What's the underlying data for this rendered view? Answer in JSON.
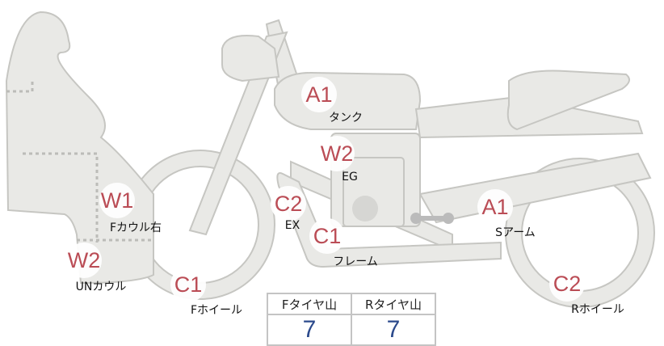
{
  "markers": [
    {
      "code": "A1",
      "label": "タンク"
    },
    {
      "code": "W2",
      "label": "EG"
    },
    {
      "code": "C2",
      "label": "EX"
    },
    {
      "code": "C1",
      "label": "フレーム"
    },
    {
      "code": "A1",
      "label": "Sアーム"
    },
    {
      "code": "C2",
      "label": "Rホイール"
    },
    {
      "code": "C1",
      "label": "Fホイール"
    },
    {
      "code": "W1",
      "label": "Fカウル右"
    },
    {
      "code": "W2",
      "label": "UNカウル"
    }
  ],
  "tire_table": {
    "headers": [
      "Fタイヤ山",
      "Rタイヤ山"
    ],
    "values": [
      "7",
      "7"
    ]
  },
  "colors": {
    "code": "#b8444e",
    "value": "#2c4a8c",
    "body": "#e9e9e6"
  }
}
